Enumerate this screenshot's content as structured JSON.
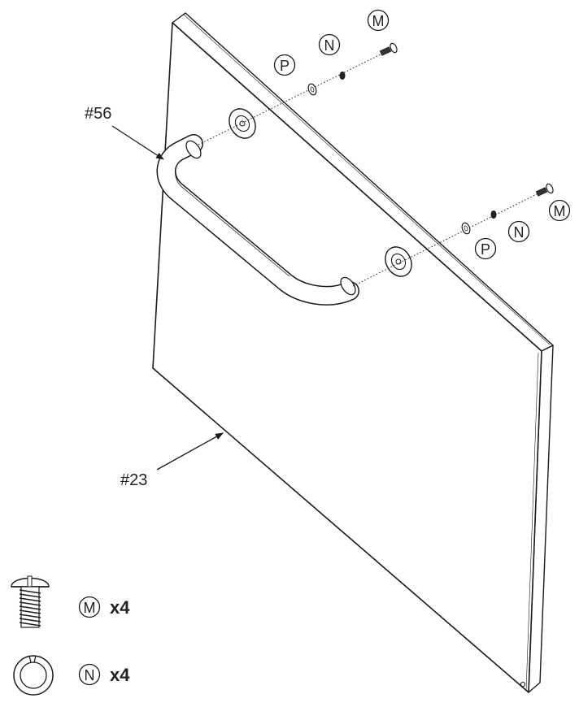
{
  "parts": {
    "handle_label": "#56",
    "door_label": "#23"
  },
  "callouts": {
    "upper": {
      "m": "M",
      "n": "N",
      "p": "P"
    },
    "lower": {
      "m": "M",
      "n": "N",
      "p": "P"
    }
  },
  "legend": {
    "screw_letter": "M",
    "screw_qty": "x4",
    "washer_letter": "N",
    "washer_qty": "x4"
  },
  "colors": {
    "line": "#1a1a1a",
    "fill": "#ffffff"
  }
}
